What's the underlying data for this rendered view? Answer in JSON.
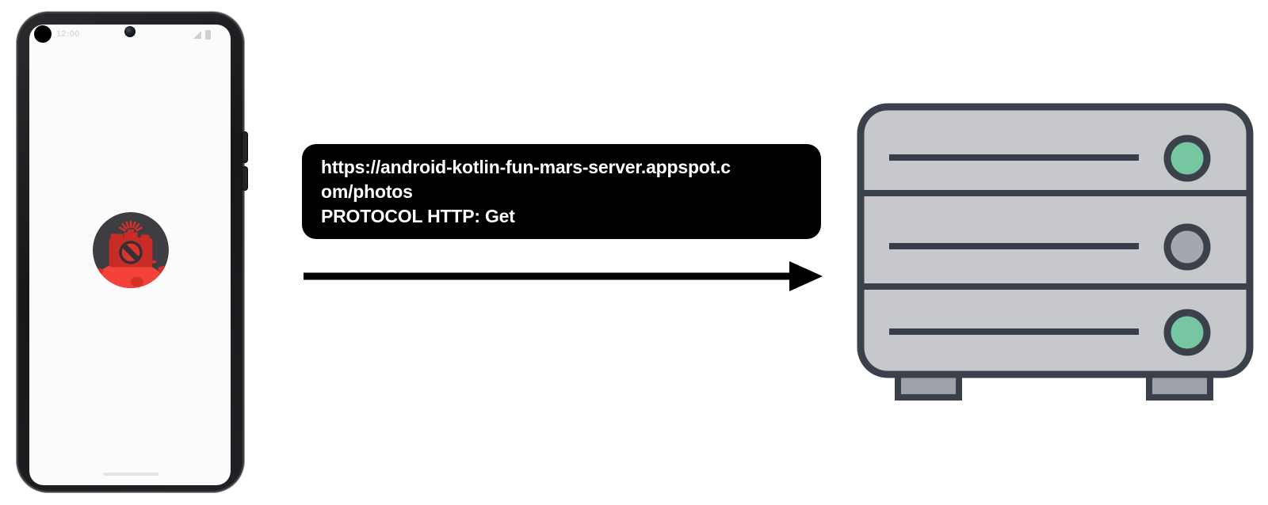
{
  "phone": {
    "status_bar": {
      "time": "12:00"
    }
  },
  "request_box": {
    "lines": [
      "https://android-kotlin-fun-mars-server.appspot.c",
      "om/photos",
      "PROTOCOL HTTP: Get"
    ]
  },
  "icons": {
    "app_icon": "mars-camera-in-dark-circle",
    "arrow": "right-arrow",
    "server": "server-rack-three-bays",
    "status_left": "black-dot",
    "status_right": "signal-and-battery",
    "punch_hole": "front-camera"
  },
  "colors": {
    "box_bg": "#000000",
    "box_text": "#ffffff",
    "server_body": "#c7c8cc",
    "server_outline": "#3b414b",
    "server_slot": "#383e47",
    "led_teal": "#76c6a2",
    "led_gray": "#a5a7ae",
    "foot_gray": "#9fa1a9",
    "planet_red": "#f4423b",
    "crater_red": "#d63129",
    "camera_red": "#c92b26",
    "icon_bg": "#3e3d41",
    "phone_frame": "#1b1c1e",
    "screen_bg": "#fbfbfc",
    "arrow_black": "#000000"
  }
}
